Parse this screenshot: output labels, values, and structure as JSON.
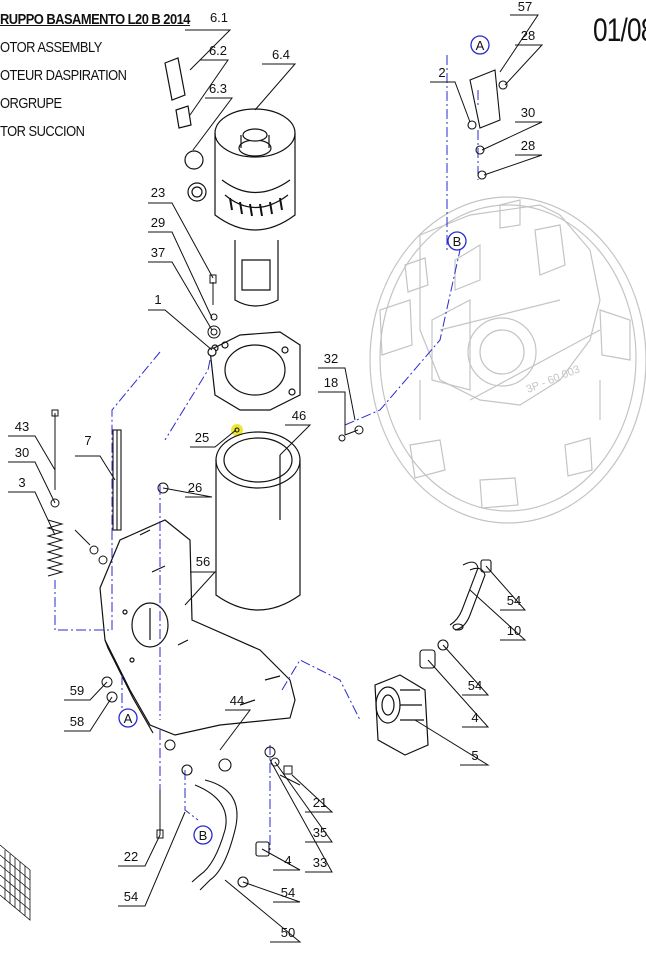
{
  "header": {
    "title_lines": [
      "RUPPO BASAMENTO L20 B 2014",
      "OTOR ASSEMBLY",
      "OTEUR DASPIRATION",
      "ORGRUPE",
      "TOR SUCCION"
    ],
    "page_number": "01/08"
  },
  "callouts": [
    {
      "id": "c-6-1",
      "label": "6.1"
    },
    {
      "id": "c-6-2",
      "label": "6.2"
    },
    {
      "id": "c-6-3",
      "label": "6.3"
    },
    {
      "id": "c-6-4",
      "label": "6.4"
    },
    {
      "id": "c-23",
      "label": "23"
    },
    {
      "id": "c-29",
      "label": "29"
    },
    {
      "id": "c-37",
      "label": "37"
    },
    {
      "id": "c-1",
      "label": "1"
    },
    {
      "id": "c-25",
      "label": "25"
    },
    {
      "id": "c-46",
      "label": "46"
    },
    {
      "id": "c-26",
      "label": "26"
    },
    {
      "id": "c-43",
      "label": "43"
    },
    {
      "id": "c-30a",
      "label": "30"
    },
    {
      "id": "c-3",
      "label": "3"
    },
    {
      "id": "c-7",
      "label": "7"
    },
    {
      "id": "c-56",
      "label": "56"
    },
    {
      "id": "c-59",
      "label": "59"
    },
    {
      "id": "c-58",
      "label": "58"
    },
    {
      "id": "c-44",
      "label": "44"
    },
    {
      "id": "c-22",
      "label": "22"
    },
    {
      "id": "c-54a",
      "label": "54"
    },
    {
      "id": "c-50",
      "label": "50"
    },
    {
      "id": "c-54b",
      "label": "54"
    },
    {
      "id": "c-4a",
      "label": "4"
    },
    {
      "id": "c-33",
      "label": "33"
    },
    {
      "id": "c-35",
      "label": "35"
    },
    {
      "id": "c-21",
      "label": "21"
    },
    {
      "id": "c-5",
      "label": "5"
    },
    {
      "id": "c-4b",
      "label": "4"
    },
    {
      "id": "c-54c",
      "label": "54"
    },
    {
      "id": "c-10",
      "label": "10"
    },
    {
      "id": "c-54d",
      "label": "54"
    },
    {
      "id": "c-32",
      "label": "32"
    },
    {
      "id": "c-18",
      "label": "18"
    },
    {
      "id": "c-2",
      "label": "2"
    },
    {
      "id": "c-57",
      "label": "57"
    },
    {
      "id": "c-28a",
      "label": "28"
    },
    {
      "id": "c-30b",
      "label": "30"
    },
    {
      "id": "c-28b",
      "label": "28"
    }
  ],
  "connectors": [
    {
      "id": "conn-A-top",
      "label": "A"
    },
    {
      "id": "conn-B-right",
      "label": "B"
    },
    {
      "id": "conn-A-bottom",
      "label": "A"
    },
    {
      "id": "conn-B-bottom",
      "label": "B"
    }
  ],
  "base_marking": "3P - 60 003",
  "colors": {
    "line": "#111111",
    "faded_part": "#c4c4c4",
    "centerline": "#2a2ad0",
    "highlight": "#e8e000"
  }
}
